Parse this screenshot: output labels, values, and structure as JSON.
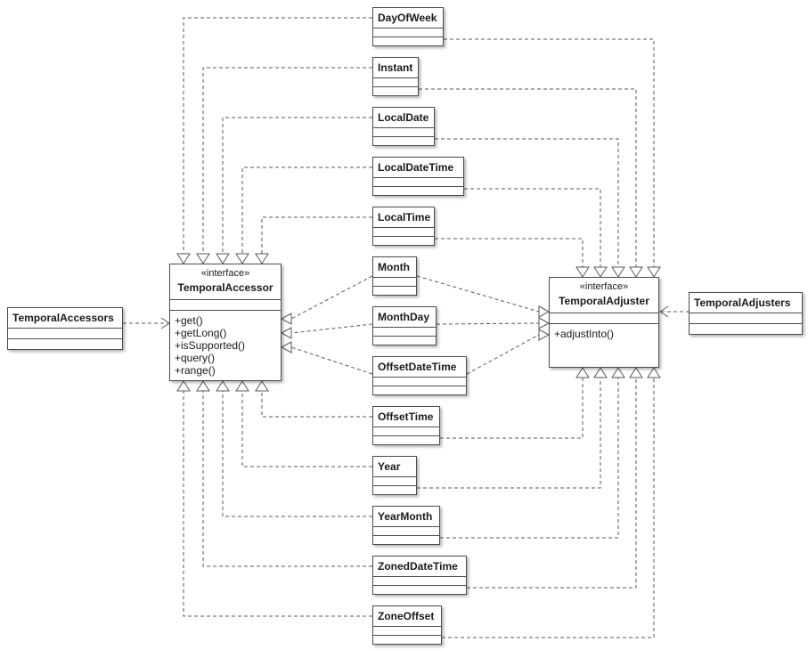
{
  "diagram": {
    "classes": [
      {
        "name": "DayOfWeek"
      },
      {
        "name": "Instant"
      },
      {
        "name": "LocalDate"
      },
      {
        "name": "LocalDateTime"
      },
      {
        "name": "LocalTime"
      },
      {
        "name": "Month"
      },
      {
        "name": "MonthDay"
      },
      {
        "name": "OffsetDateTime"
      },
      {
        "name": "OffsetTime"
      },
      {
        "name": "Year"
      },
      {
        "name": "YearMonth"
      },
      {
        "name": "ZonedDateTime"
      },
      {
        "name": "ZoneOffset"
      }
    ],
    "interfaces": {
      "temporal_accessor": {
        "stereotype": "«interface»",
        "name": "TemporalAccessor",
        "methods": [
          "+get()",
          "+getLong()",
          "+isSupported()",
          "+query()",
          "+range()"
        ]
      },
      "temporal_adjuster": {
        "stereotype": "«interface»",
        "name": "TemporalAdjuster",
        "methods": [
          "+adjustInto()"
        ]
      }
    },
    "utility_classes": [
      {
        "name": "TemporalAccessors"
      },
      {
        "name": "TemporalAdjusters"
      }
    ],
    "relationships": {
      "realizes_temporal_accessor": [
        "DayOfWeek",
        "Instant",
        "LocalDate",
        "LocalDateTime",
        "LocalTime",
        "Month",
        "MonthDay",
        "OffsetDateTime",
        "OffsetTime",
        "Year",
        "YearMonth",
        "ZonedDateTime",
        "ZoneOffset"
      ],
      "realizes_temporal_adjuster": [
        "DayOfWeek",
        "Instant",
        "LocalDate",
        "LocalDateTime",
        "LocalTime",
        "Month",
        "MonthDay",
        "OffsetDateTime",
        "OffsetTime",
        "Year",
        "YearMonth",
        "ZonedDateTime",
        "ZoneOffset"
      ],
      "dependencies": [
        {
          "from": "TemporalAccessors",
          "to": "TemporalAccessor"
        },
        {
          "from": "TemporalAdjusters",
          "to": "TemporalAdjuster"
        }
      ]
    },
    "colors": {
      "line": "#595959",
      "border": "#4d4d4d",
      "background": "#ffffff"
    }
  }
}
